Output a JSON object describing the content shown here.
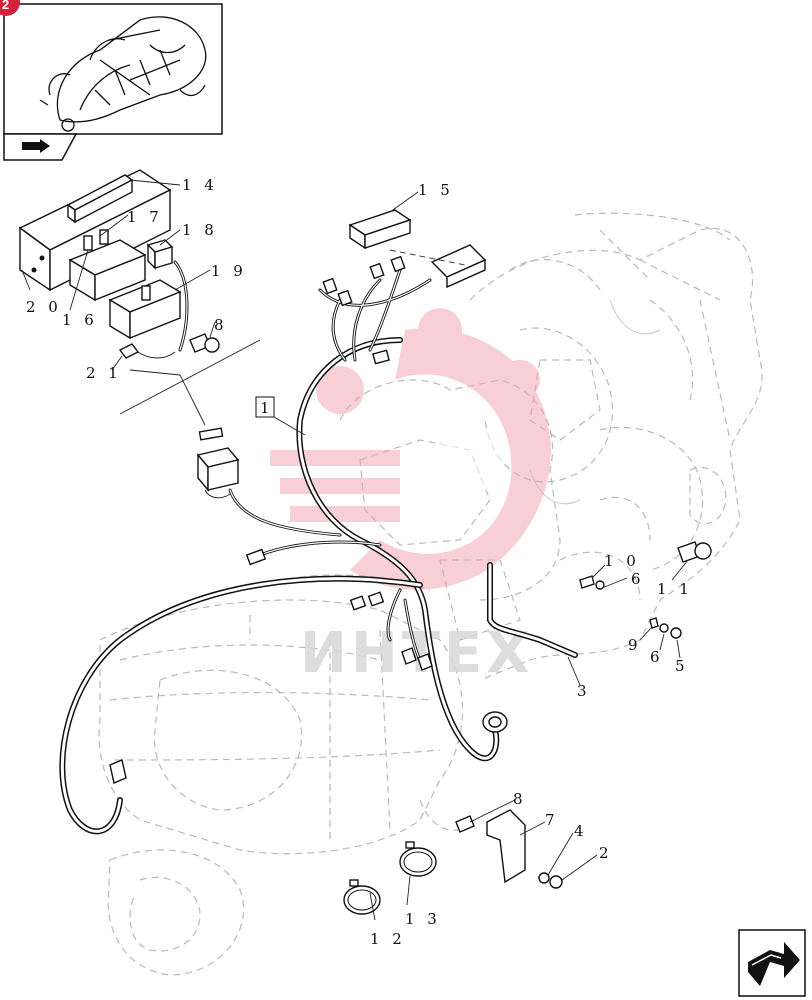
{
  "badge": {
    "text": "2",
    "color": "#d4213d"
  },
  "watermark": {
    "text": "ИНТЕХ",
    "color": "#f3b6be"
  },
  "thumbnail": {
    "nav_icon": "hand-arrow-icon"
  },
  "nav_button": {
    "icon": "next-page-arrow-icon"
  },
  "callouts": [
    {
      "id": "c1",
      "label": "1",
      "boxed": true
    },
    {
      "id": "c2",
      "label": "2"
    },
    {
      "id": "c3",
      "label": "3"
    },
    {
      "id": "c4",
      "label": "4"
    },
    {
      "id": "c5",
      "label": "5"
    },
    {
      "id": "c6a",
      "label": "6"
    },
    {
      "id": "c6b",
      "label": "6"
    },
    {
      "id": "c7",
      "label": "7"
    },
    {
      "id": "c8a",
      "label": "8"
    },
    {
      "id": "c8b",
      "label": "8"
    },
    {
      "id": "c9",
      "label": "9"
    },
    {
      "id": "c10",
      "label": "1 0"
    },
    {
      "id": "c11",
      "label": "1 1"
    },
    {
      "id": "c12",
      "label": "1 2"
    },
    {
      "id": "c13",
      "label": "1 3"
    },
    {
      "id": "c14",
      "label": "1 4"
    },
    {
      "id": "c15",
      "label": "1 5"
    },
    {
      "id": "c16",
      "label": "1 6"
    },
    {
      "id": "c17",
      "label": "1 7"
    },
    {
      "id": "c18",
      "label": "1 8"
    },
    {
      "id": "c19",
      "label": "1 9"
    },
    {
      "id": "c20",
      "label": "2 0"
    },
    {
      "id": "c21",
      "label": "2 1"
    }
  ]
}
